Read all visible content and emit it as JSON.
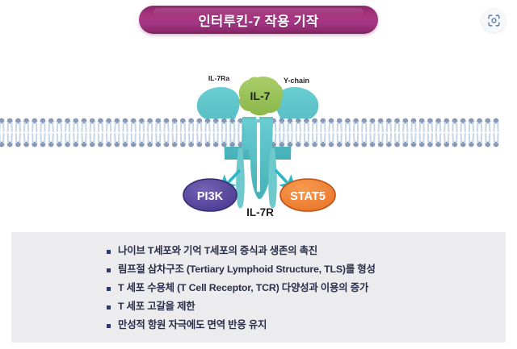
{
  "header": {
    "title": "인터루킨-7 작용 기작",
    "scan_icon": "scan-viewfinder-icon",
    "banner_color_start": "#8d2a6e",
    "banner_color_end": "#7d2260"
  },
  "diagram": {
    "ligand_label": "IL-7",
    "receptor_left_label": "IL-7Ra",
    "receptor_right_label": "Y-chain",
    "receptor_stem_label": "IL-7R",
    "effector_left_label": "PI3K",
    "effector_right_label": "STAT5",
    "colors": {
      "receptor_teal": "#5cc3c8",
      "receptor_teal_dark": "#4aadb4",
      "ligand_green": "#9cc45b",
      "ligand_green_dark": "#87b347",
      "membrane_head": "#8496b4",
      "membrane_tail": "#c9d6e6",
      "pi3k_purple": "#5c4a9e",
      "pi3k_purple_dark": "#3e3076",
      "stat5_orange": "#ef8536",
      "stat5_orange_dark": "#c4561b",
      "arrow_teal": "#2bb8c4",
      "label_dark": "#231f20"
    }
  },
  "bullets": [
    "나이브 T세포와 기억 T세포의 증식과 생존의 촉진",
    "림프절 삼차구조 (Tertiary Lymphoid Structure, TLS)를 형성",
    "T 세포 수용체 (T Cell Receptor, TCR) 다양성과 이용의 증가",
    "T 세포 고갈을 제한",
    "만성적 항원 자극에도 면역 반응 유지"
  ],
  "bullet_panel": {
    "background": "#ececee"
  }
}
